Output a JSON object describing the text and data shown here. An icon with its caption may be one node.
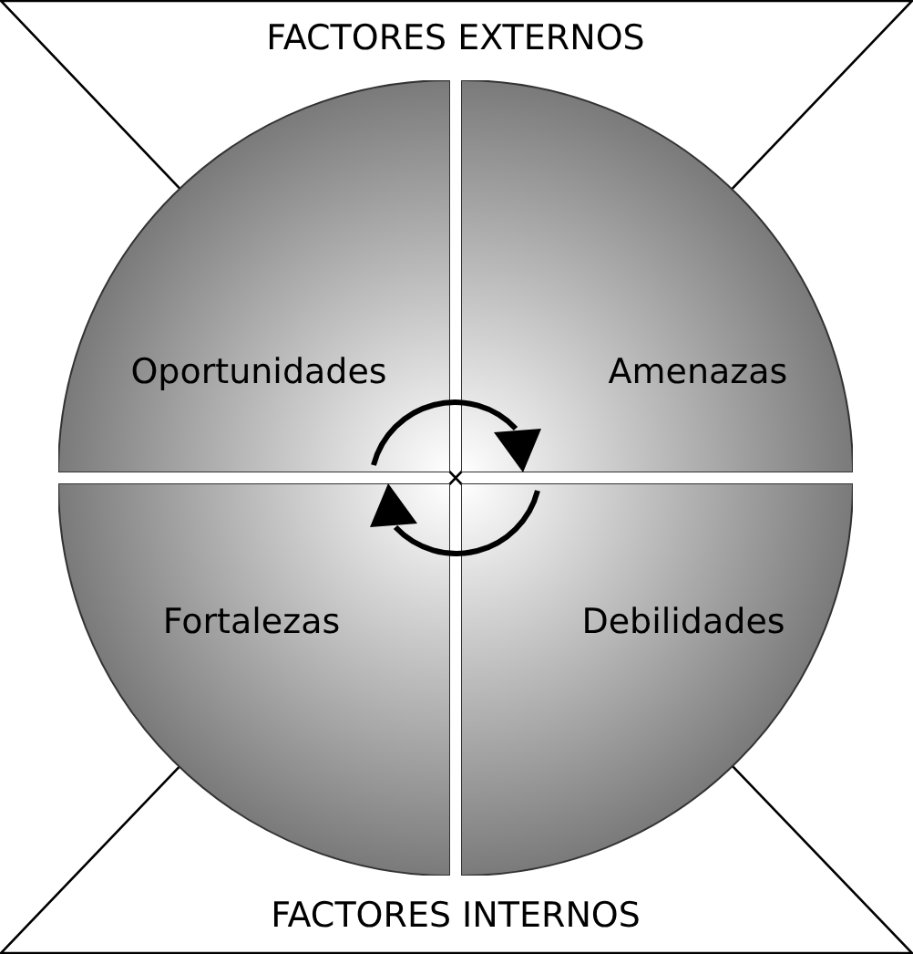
{
  "diagram": {
    "nodes": [
      {
        "text": [
          "FACTORES EXTERNOS"
        ]
      },
      {
        "text": [
          "Oportunidades"
        ]
      },
      {
        "text": [
          "Amenazas"
        ]
      },
      {
        "text": [
          "Fortalezas"
        ]
      },
      {
        "text": [
          "Debilidades"
        ]
      },
      {
        "text": [
          "FACTORES INTERNOS"
        ]
      }
    ]
  }
}
